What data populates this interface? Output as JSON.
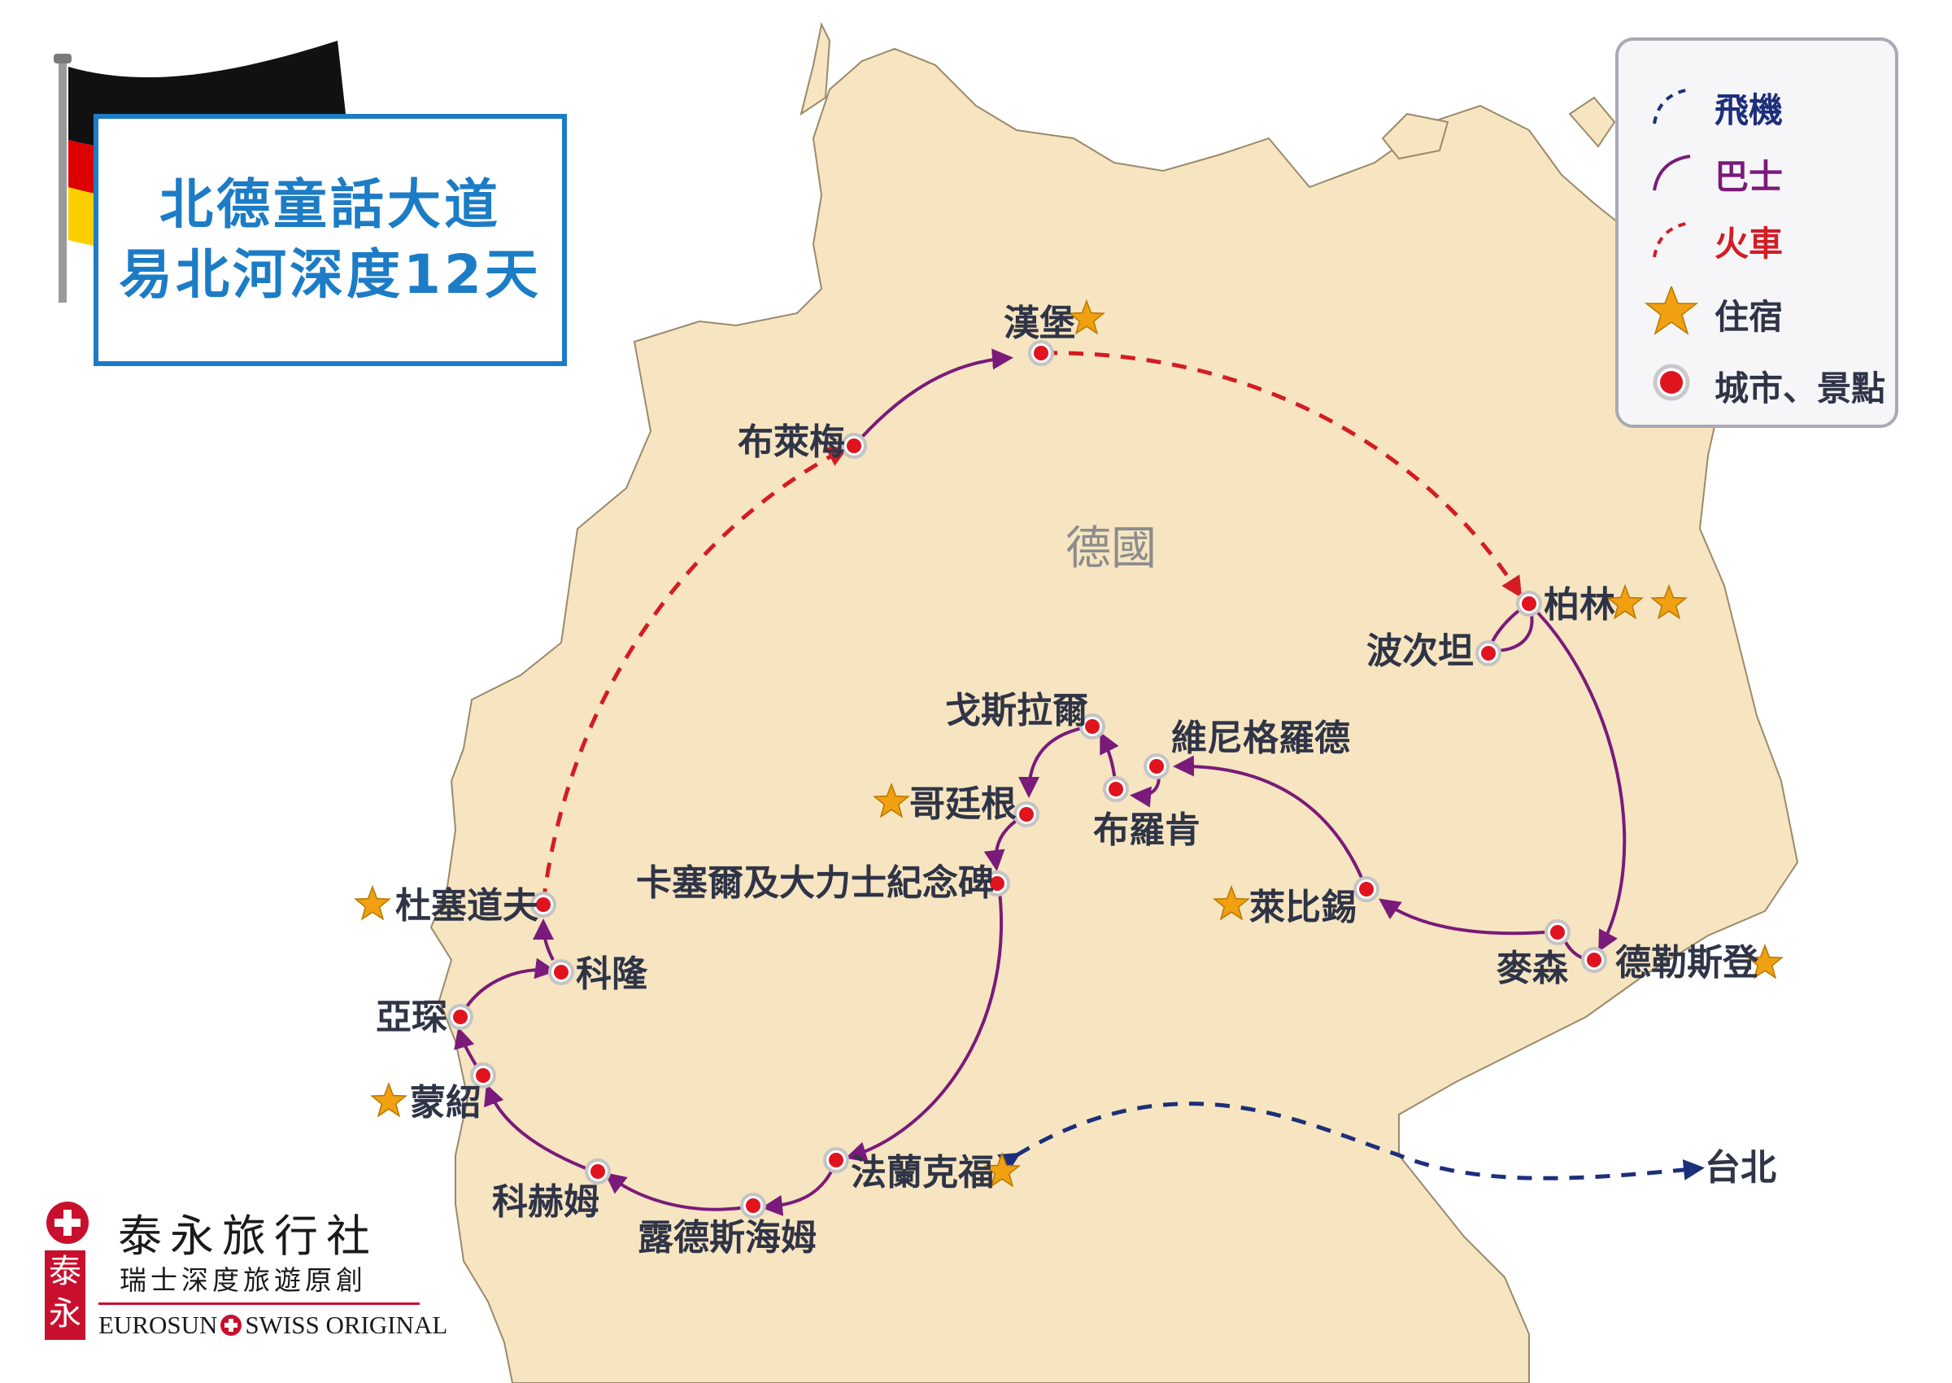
{
  "title": {
    "line1": "北德童話大道",
    "line2": "易北河深度12天"
  },
  "country_label": "德國",
  "legend": {
    "plane": "飛機",
    "bus": "巴士",
    "train": "火車",
    "stay": "住宿",
    "city": "城市、景點"
  },
  "cities": [
    {
      "id": "hamburg",
      "name": "漢堡",
      "stars": 1
    },
    {
      "id": "bremen",
      "name": "布萊梅",
      "stars": 0
    },
    {
      "id": "berlin",
      "name": "柏林",
      "stars": 2
    },
    {
      "id": "potsdam",
      "name": "波次坦",
      "stars": 0
    },
    {
      "id": "dresden",
      "name": "德勒斯登",
      "stars": 1
    },
    {
      "id": "meissen",
      "name": "麥森",
      "stars": 0
    },
    {
      "id": "leipzig",
      "name": "萊比錫",
      "stars": 1
    },
    {
      "id": "wernigerode",
      "name": "維尼格羅德",
      "stars": 0
    },
    {
      "id": "blankenburg",
      "name": "布羅肯",
      "stars": 0
    },
    {
      "id": "goslar",
      "name": "戈斯拉爾",
      "stars": 0
    },
    {
      "id": "goettingen",
      "name": "哥廷根",
      "stars": 1
    },
    {
      "id": "kassel",
      "name": "卡塞爾及大力士紀念碑",
      "stars": 0
    },
    {
      "id": "frankfurt",
      "name": "法蘭克福",
      "stars": 1
    },
    {
      "id": "ruedesheim",
      "name": "露德斯海姆",
      "stars": 0
    },
    {
      "id": "cochem",
      "name": "科赫姆",
      "stars": 0
    },
    {
      "id": "monschau",
      "name": "蒙紹",
      "stars": 1
    },
    {
      "id": "aachen",
      "name": "亞琛",
      "stars": 0
    },
    {
      "id": "cologne",
      "name": "科隆",
      "stars": 0
    },
    {
      "id": "duesseldorf",
      "name": "杜塞道夫",
      "stars": 1
    },
    {
      "id": "taipei",
      "name": "台北",
      "stars": 0
    }
  ],
  "colors": {
    "land": "#f6e5c0",
    "coast": "#9a8a6a",
    "plane": "#1d2f7a",
    "bus": "#7a1a7a",
    "train": "#d31c24",
    "star": "#f0a010",
    "dot": "#e0141e",
    "title_blue": "#1c7cc6"
  },
  "logo": {
    "name": "泰永旅行社",
    "subtitle": "瑞士深度旅遊原創",
    "en_left": "EUROSUN",
    "en_right": "SWISS ORIGINAL",
    "seal": "泰永"
  }
}
